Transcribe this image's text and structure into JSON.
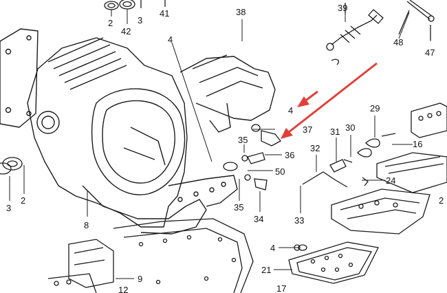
{
  "callouts": [
    {
      "id": "c2a",
      "text": "2"
    },
    {
      "id": "c42",
      "text": "42"
    },
    {
      "id": "c3a",
      "text": "3"
    },
    {
      "id": "c41",
      "text": "41"
    },
    {
      "id": "c38",
      "text": "38"
    },
    {
      "id": "c39",
      "text": "39"
    },
    {
      "id": "c48",
      "text": "48"
    },
    {
      "id": "c47",
      "text": "47"
    },
    {
      "id": "c4a",
      "text": "4"
    },
    {
      "id": "c4b",
      "text": "4"
    },
    {
      "id": "c37",
      "text": "37"
    },
    {
      "id": "c29",
      "text": "29"
    },
    {
      "id": "c31",
      "text": "31"
    },
    {
      "id": "c30",
      "text": "30"
    },
    {
      "id": "c16",
      "text": "16"
    },
    {
      "id": "c35a",
      "text": "35"
    },
    {
      "id": "c36",
      "text": "36"
    },
    {
      "id": "c32",
      "text": "32"
    },
    {
      "id": "c50",
      "text": "50"
    },
    {
      "id": "c24",
      "text": "24"
    },
    {
      "id": "c35b",
      "text": "35"
    },
    {
      "id": "c34",
      "text": "34"
    },
    {
      "id": "c33",
      "text": "33"
    },
    {
      "id": "c3b",
      "text": "3"
    },
    {
      "id": "c2b",
      "text": "2"
    },
    {
      "id": "c8",
      "text": "8"
    },
    {
      "id": "c4c",
      "text": "4"
    },
    {
      "id": "c21",
      "text": "21"
    },
    {
      "id": "c17",
      "text": "17"
    },
    {
      "id": "c9",
      "text": "9"
    },
    {
      "id": "c2c",
      "text": "2"
    },
    {
      "id": "c12",
      "text": "12"
    }
  ],
  "colors": {
    "line": "#1a1a1a",
    "arrow": "#e0403a",
    "background": "#ffffff"
  }
}
